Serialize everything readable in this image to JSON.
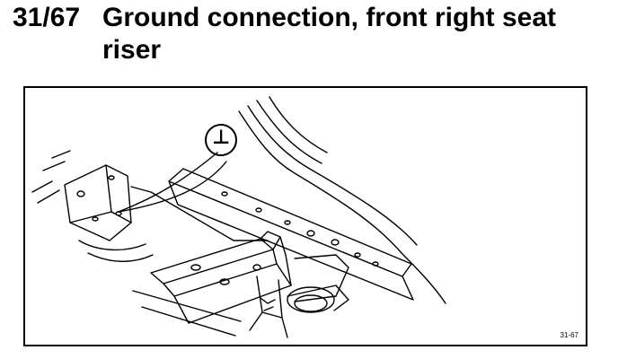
{
  "document": {
    "section_number": "31/67",
    "title": "Ground connection, front right seat riser",
    "figure": {
      "code": "31-67",
      "callout_symbol": "⊥",
      "callout_icon": "ground-symbol-icon"
    }
  }
}
